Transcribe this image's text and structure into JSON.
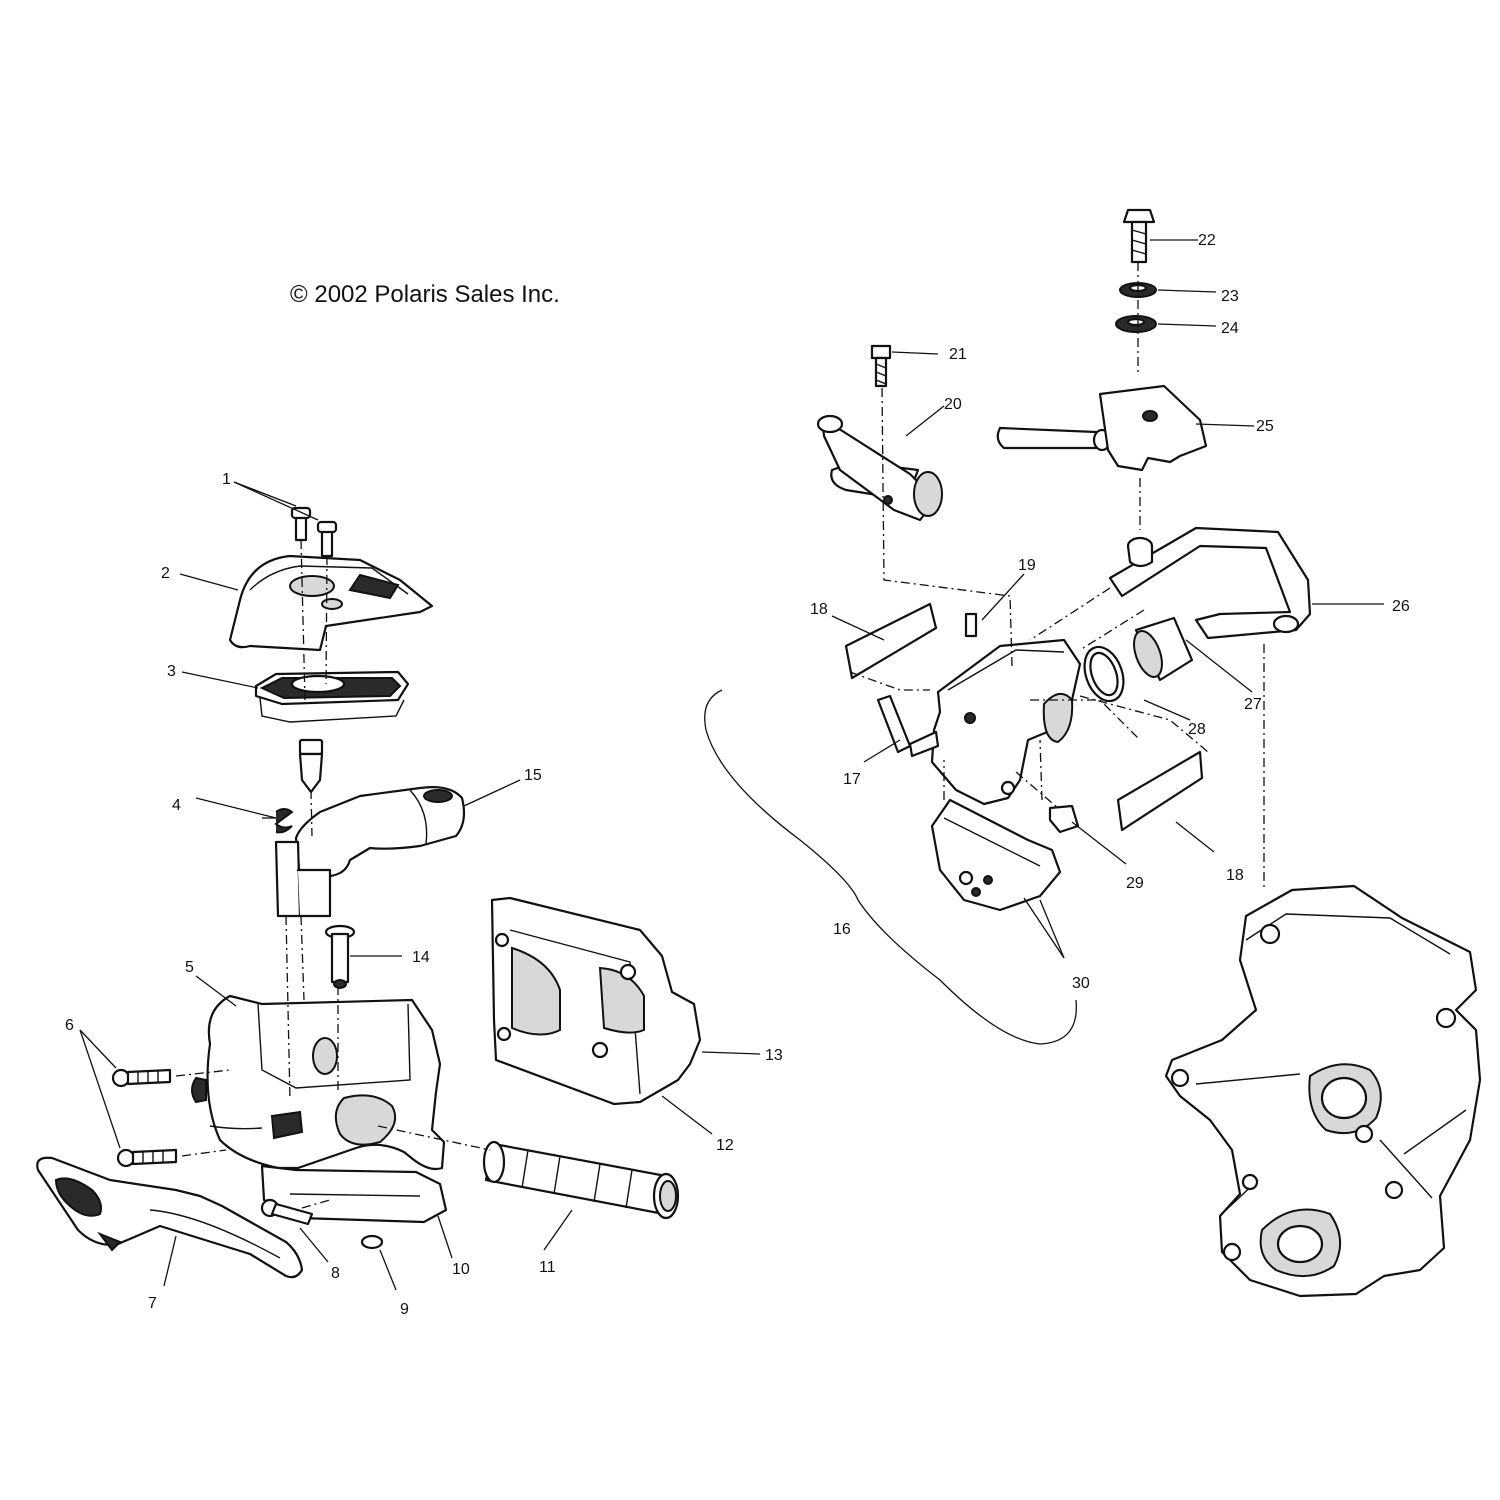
{
  "copyright": "© 2002 Polaris Sales Inc.",
  "callouts": [
    "1",
    "2",
    "3",
    "4",
    "5",
    "6",
    "7",
    "8",
    "9",
    "10",
    "11",
    "12",
    "13",
    "14",
    "15",
    "16",
    "17",
    "18",
    "18",
    "19",
    "20",
    "21",
    "22",
    "23",
    "24",
    "25",
    "26",
    "27",
    "28",
    "29",
    "30"
  ]
}
